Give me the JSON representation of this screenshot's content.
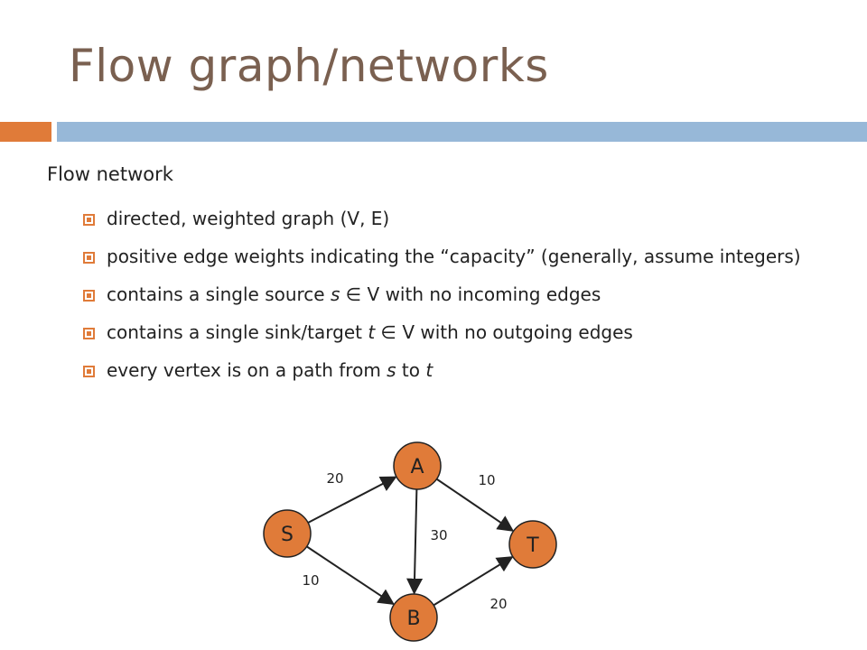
{
  "title": "Flow graph/networks",
  "heading": "Flow network",
  "bullets": [
    {
      "pre": "directed, weighted graph (V, E)",
      "var": "",
      "post": "",
      "var2": "",
      "post2": ""
    },
    {
      "pre": "positive edge weights indicating the “capacity” (generally, assume integers)",
      "var": "",
      "post": "",
      "var2": "",
      "post2": ""
    },
    {
      "pre": "contains a single source ",
      "var": "s",
      "post": " ∈ V with no incoming edges",
      "var2": "",
      "post2": ""
    },
    {
      "pre": "contains a single sink/target ",
      "var": "t",
      "post": " ∈ V with no outgoing edges",
      "var2": "",
      "post2": ""
    },
    {
      "pre": "every vertex is on a path from ",
      "var": "s",
      "post": " to ",
      "var2": "t",
      "post2": ""
    }
  ],
  "graph": {
    "nodes": [
      {
        "id": "S",
        "label": "S"
      },
      {
        "id": "A",
        "label": "A"
      },
      {
        "id": "T",
        "label": "T"
      },
      {
        "id": "B",
        "label": "B"
      }
    ],
    "edges": [
      {
        "from": "S",
        "to": "A",
        "weight": "20"
      },
      {
        "from": "A",
        "to": "T",
        "weight": "10"
      },
      {
        "from": "A",
        "to": "B",
        "weight": "30"
      },
      {
        "from": "S",
        "to": "B",
        "weight": "10"
      },
      {
        "from": "B",
        "to": "T",
        "weight": "20"
      }
    ],
    "node_color": "#e07b39"
  },
  "colors": {
    "accent_orange": "#e07b39",
    "accent_blue": "#97b8d8",
    "title_brown": "#7a6050"
  }
}
